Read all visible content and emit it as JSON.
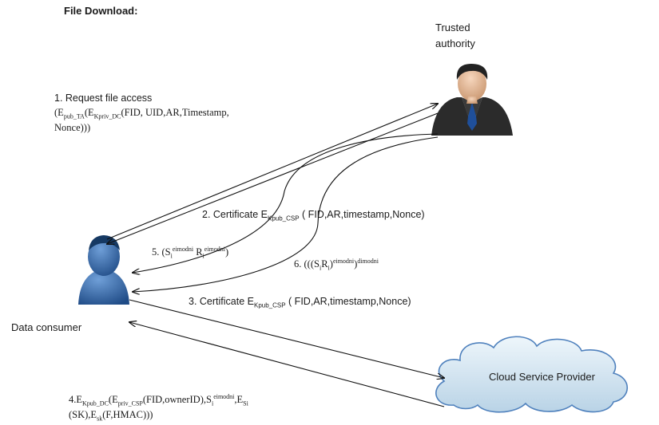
{
  "title": "File Download:",
  "actors": {
    "trusted_authority": [
      "Trusted",
      "authority"
    ],
    "data_consumer": "Data consumer",
    "cloud": "Cloud Service Provider"
  },
  "messages": {
    "m1": {
      "label": "1. Request file access",
      "l2_E": "(E",
      "l2_s1": "pub_TA",
      "l2_E2": "(E",
      "l2_s2": "Kpriv_DC",
      "l2_rest": "(FID,  UID,AR,Timestamp,",
      "l3": "Nonce)))"
    },
    "m2": {
      "pre": "2. Certificate E",
      "sub": "Kpub_CSP",
      "post": "  ( FID,AR,timestamp,Nonce)"
    },
    "m3": {
      "pre": "3.  Certificate E",
      "sub": "Kpub_CSP",
      "post": "  ( FID,AR,timestamp,Nonce)"
    },
    "m4": {
      "l1_a": "4.E",
      "l1_s1": "Kpub_DC",
      "l1_b": "(E",
      "l1_s2": "priv_CSP",
      "l1_c": "(FID,ownerID),S",
      "l1_s3": "i",
      "l1_sup1": "eimodni",
      "l1_d": ",E",
      "l1_s4": "Si",
      "l2_a": "(SK),E",
      "l2_s1": "sk",
      "l2_b": "(F,HMAC)))"
    },
    "m5": {
      "a": "5. (S",
      "s1": "i",
      "sup1": "eimodni",
      "b": " R",
      "s2": "i",
      "sup2": "eimodni",
      "c": ")"
    },
    "m6": {
      "a": "6. (((S",
      "s1": "i",
      "b": "R",
      "s2": "i",
      "c": ")",
      "sup1": "eimodni",
      "d": ")",
      "sup2": "dimodni"
    }
  },
  "colors": {
    "line": "#111111",
    "cloud_fill_top": "#eef6fb",
    "cloud_fill_bottom": "#b9d3e6",
    "cloud_stroke": "#4f81bd",
    "person_blue": "#2f5e9e",
    "suit": "#2b2b2b",
    "tie": "#1f4f9a"
  },
  "icons": [
    "businessman-icon",
    "user-silhouette-icon",
    "cloud-icon"
  ]
}
